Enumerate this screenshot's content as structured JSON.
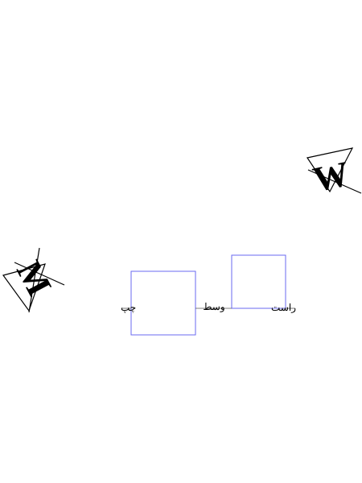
{
  "glyphs": {
    "upper_right": "W",
    "left": "M"
  },
  "labels": {
    "left": "چپ",
    "middle": "وسط",
    "right": "راست"
  },
  "colors": {
    "box_stroke": "#6a6af0",
    "baseline": "#555555",
    "ink": "#000000"
  }
}
